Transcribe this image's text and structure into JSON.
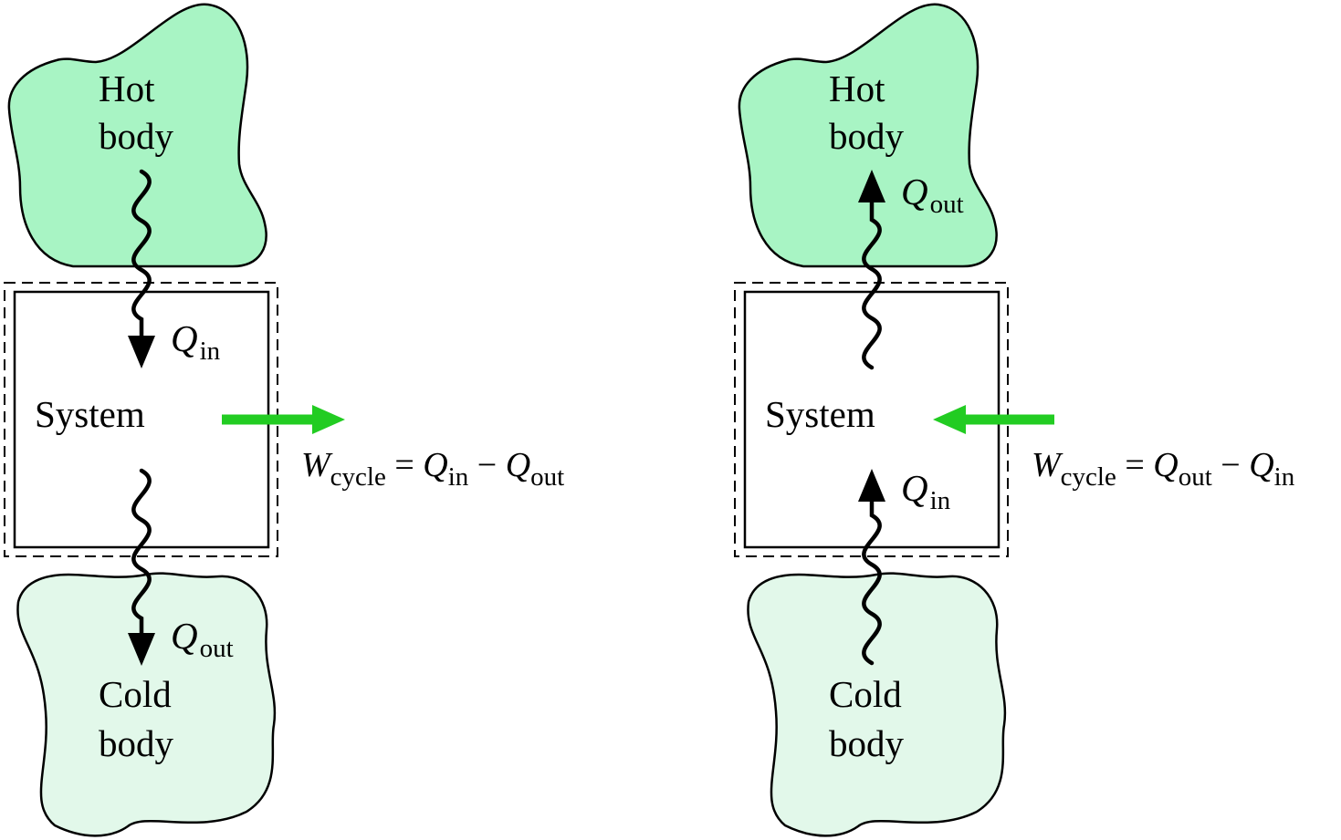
{
  "colors": {
    "hot_body_fill": "#a8f4c4",
    "cold_body_fill": "#e2f8ea",
    "work_arrow": "#22cc22",
    "outline": "#000000"
  },
  "power_cycle": {
    "hot_line1": "Hot",
    "hot_line2": "body",
    "cold_line1": "Cold",
    "cold_line2": "body",
    "system": "System",
    "q_in_symbol": "Q",
    "q_in_sub": "in",
    "q_out_symbol": "Q",
    "q_out_sub": "out",
    "equation": {
      "w": "W",
      "w_sub": "cycle",
      "equals": " = ",
      "q1": "Q",
      "q1_sub": "in",
      "minus": " − ",
      "q2": "Q",
      "q2_sub": "out"
    }
  },
  "refrigeration_cycle": {
    "hot_line1": "Hot",
    "hot_line2": "body",
    "cold_line1": "Cold",
    "cold_line2": "body",
    "system": "System",
    "q_out_symbol": "Q",
    "q_out_sub": "out",
    "q_in_symbol": "Q",
    "q_in_sub": "in",
    "equation": {
      "w": "W",
      "w_sub": "cycle",
      "equals": " = ",
      "q1": "Q",
      "q1_sub": "out",
      "minus": " − ",
      "q2": "Q",
      "q2_sub": "in"
    }
  }
}
